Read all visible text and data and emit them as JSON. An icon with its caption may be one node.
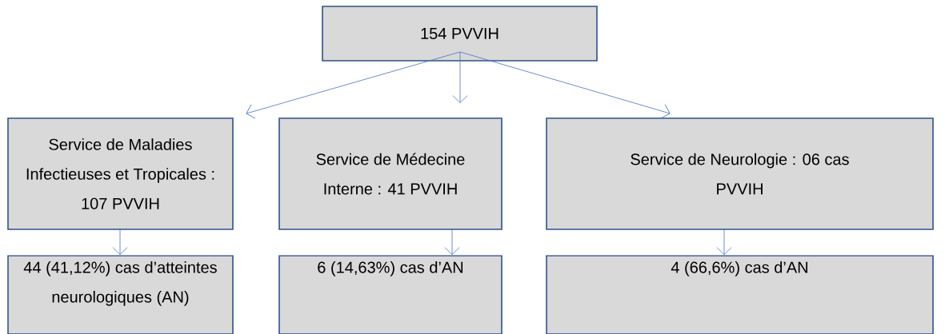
{
  "diagram": {
    "nodes": [
      {
        "text": [
          "154 PVVIH"
        ]
      },
      {
        "text": [
          "Service de Maladies Infectieuses et Tropicales : 107 PVVIH"
        ]
      },
      {
        "text": [
          "Service de Médecine Interne : 41 PVVIH"
        ]
      },
      {
        "text": [
          "Service de Neurologie : 06 cas PVVIH"
        ]
      },
      {
        "text": [
          "44 (41,12%) cas d’atteintes neurologiques (AN)"
        ]
      },
      {
        "text": [
          "6 (14,63%) cas d’AN"
        ]
      },
      {
        "text": [
          "4 (66,6%) cas d’AN"
        ]
      }
    ],
    "edges": [
      {
        "from": 0,
        "to": 1,
        "arrow": "to"
      },
      {
        "from": 0,
        "to": 2,
        "arrow": "to"
      },
      {
        "from": 0,
        "to": 3,
        "arrow": "to"
      },
      {
        "from": 1,
        "to": 4,
        "arrow": "to"
      },
      {
        "from": 2,
        "to": 5,
        "arrow": "to"
      },
      {
        "from": 3,
        "to": 6,
        "arrow": "to"
      }
    ]
  }
}
